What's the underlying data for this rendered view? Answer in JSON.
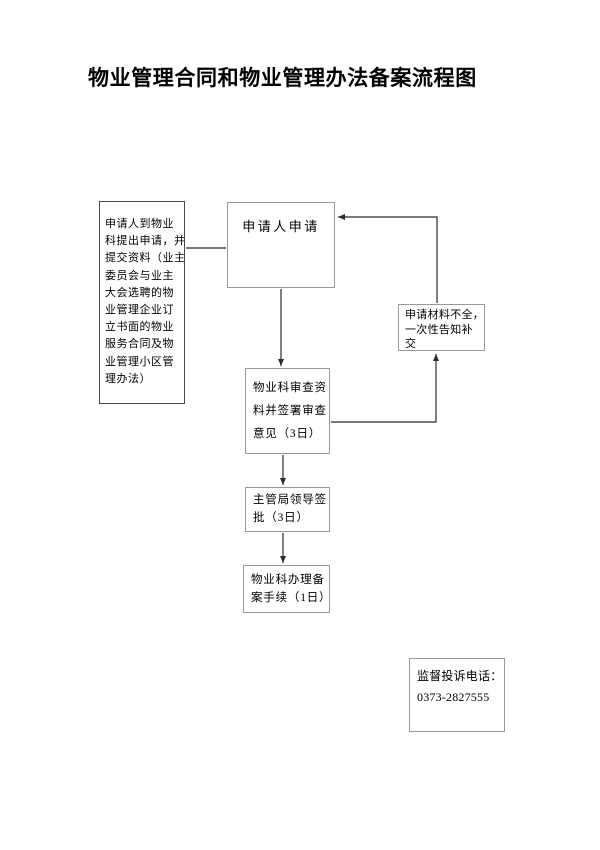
{
  "page": {
    "title": "物业管理合同和物业管理办法备案流程图"
  },
  "colors": {
    "background": "#ffffff",
    "text": "#000000",
    "box_border": "#999999",
    "left_box_border": "#4a4a4a",
    "connector_line": "#2b2b2b"
  },
  "flowchart": {
    "nodes": {
      "applicant_materials": {
        "text": "申请人到物业\n科提出申请，并\n提交资料（业主\n委员会与业主\n大会选聘的物\n业管理企业订\n立书面的物业\n服务合同及物\n业管理小区管\n理办法）"
      },
      "applicant_apply": {
        "text": "申请人申请"
      },
      "review": {
        "text": "物业科审查资\n料并签署审查\n意见（3日）"
      },
      "incomplete_notice": {
        "text": "申请材料不全，\n一次性告知补\n交"
      },
      "leader_approval": {
        "text": "主管局领导签\n批（3日）"
      },
      "filing": {
        "text": "物业科办理备\n案手续（1日）"
      },
      "hotline": {
        "text": "监督投诉电话：\n0373-2827555"
      }
    },
    "edges": [
      {
        "from": "applicant_materials",
        "to": "applicant_apply",
        "arrow": false
      },
      {
        "from": "applicant_apply",
        "to": "review",
        "arrow": true
      },
      {
        "from": "review",
        "to": "leader_approval",
        "arrow": true
      },
      {
        "from": "leader_approval",
        "to": "filing",
        "arrow": true
      },
      {
        "from": "review",
        "to": "incomplete_notice",
        "arrow": true
      },
      {
        "from": "incomplete_notice",
        "to": "applicant_apply",
        "arrow": true
      }
    ]
  }
}
